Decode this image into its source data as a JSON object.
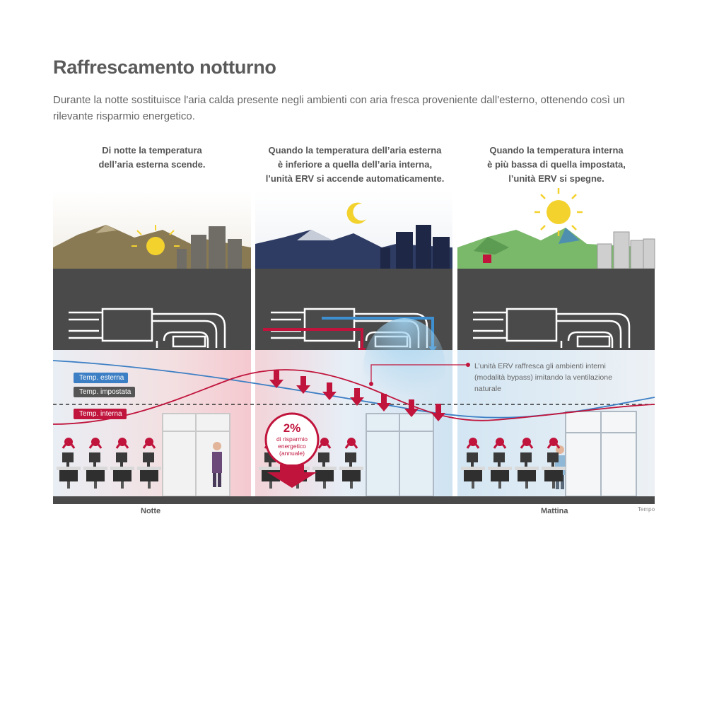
{
  "header": {
    "title": "Raffrescamento notturno",
    "description_line1": "Durante la notte sostituisce l'aria calda presente negli ambienti con aria fresca proveniente dall'esterno, ottenendo così un",
    "description_line2": "rilevante risparmio energetico."
  },
  "panels": [
    {
      "caption_lines": [
        "Di notte la temperatura",
        "dell’aria esterna scende."
      ]
    },
    {
      "caption_lines": [
        "Quando la temperatura dell’aria esterna",
        "è inferiore a quella dell’aria interna,",
        "l’unità ERV si accende automaticamente."
      ]
    },
    {
      "caption_lines": [
        "Quando la temperatura interna",
        "è più bassa di quella impostata,",
        "l’unità ERV si spegne."
      ]
    }
  ],
  "legend": {
    "outdoor": "Temp. esterna",
    "setpoint": "Temp. impostata",
    "indoor": "Temp. interna"
  },
  "annotation": {
    "lines": [
      "L’unità ERV raffresca gli ambienti interni",
      "(modalità bypass) imitando la ventilazione",
      "naturale"
    ]
  },
  "saving": {
    "percent": "2%",
    "lines": [
      "di risparmio",
      "energetico",
      "(annuale)"
    ]
  },
  "axis": {
    "start": "Notte",
    "end": "Mattina",
    "label": "Tempo"
  },
  "colors": {
    "outdoor_line": "#3d7fc4",
    "indoor_line": "#c0143c",
    "setpoint_tag": "#555555",
    "duct_band": "#4a4a4a"
  }
}
